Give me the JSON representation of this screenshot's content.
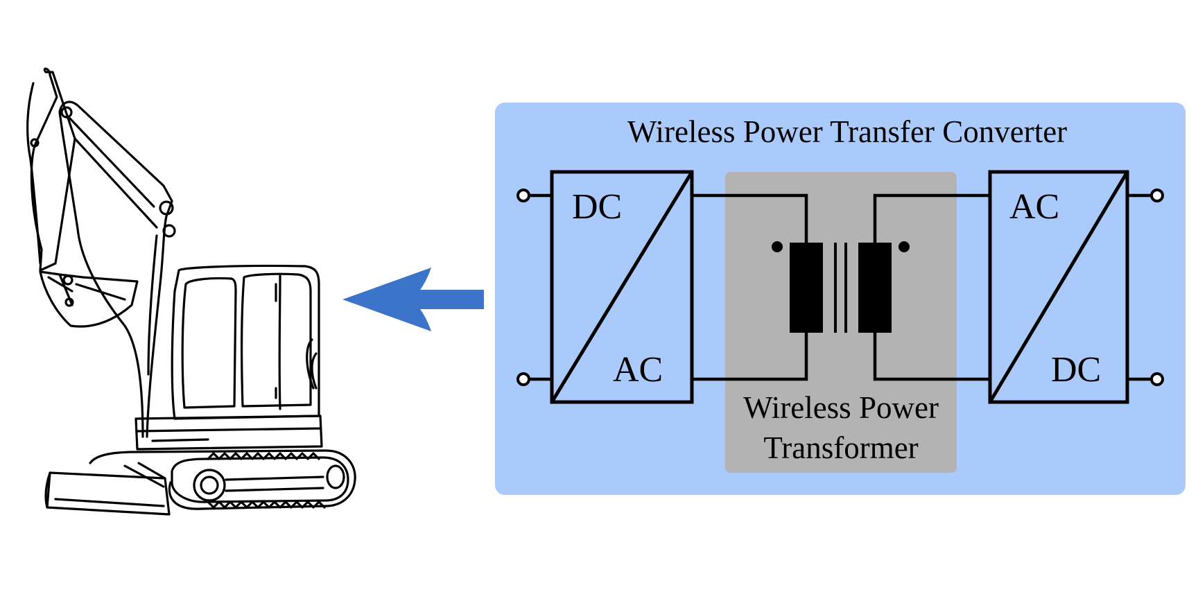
{
  "colors": {
    "panel": "#a9cafa",
    "transformer_panel": "#b3b3b3",
    "arrow": "#3c74c9",
    "line": "#000000",
    "background": "#ffffff"
  },
  "illustration": {
    "subject": "excavator-line-drawing"
  },
  "converter": {
    "title": "Wireless Power Transfer Converter",
    "left_block": {
      "top_label": "DC",
      "bottom_label": "AC"
    },
    "right_block": {
      "top_label": "AC",
      "bottom_label": "DC"
    },
    "transformer": {
      "label_line1": "Wireless Power",
      "label_line2": "Transformer"
    }
  },
  "arrow": {
    "direction": "left"
  }
}
